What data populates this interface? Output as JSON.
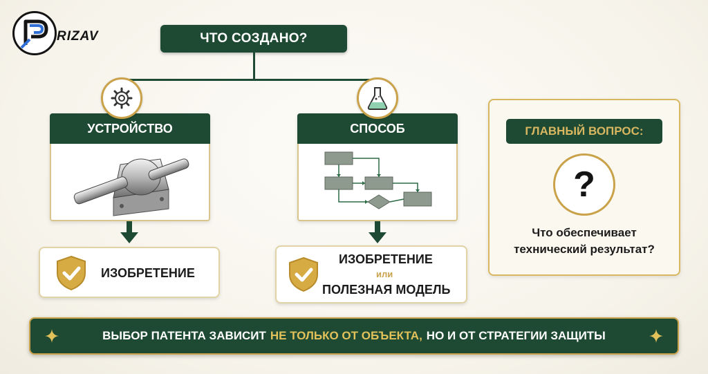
{
  "logo": {
    "text": "RIZAV"
  },
  "top_question": "ЧТО СОЗДАНО?",
  "left_branch": {
    "header": "УСТРОЙСТВО",
    "icon": "gear-icon",
    "image": "bearing-shaft-illustration",
    "result": "ИЗОБРЕТЕНИЕ"
  },
  "middle_branch": {
    "header": "СПОСОБ",
    "icon": "flask-icon",
    "image": "flowchart-illustration",
    "result_line1": "ИЗОБРЕТЕНИЕ",
    "result_or": "или",
    "result_line2": "ПОЛЕЗНАЯ МОДЕЛЬ"
  },
  "main_question": {
    "label": "ГЛАВНЫЙ ВОПРОС:",
    "symbol": "?",
    "line1": "Что обеспечивает",
    "line2": "технический результат?"
  },
  "banner": {
    "part1": "ВЫБОР ПАТЕНТА ЗАВИСИТ",
    "highlight": "НЕ ТОЛЬКО ОТ ОБЪЕКТА,",
    "part2": "НО И ОТ СТРАТЕГИИ ЗАЩИТЫ"
  },
  "colors": {
    "primary_green": "#1e4a33",
    "gold": "#c9a24a",
    "highlight": "#e2c15a",
    "background": "#f6f3ea"
  }
}
